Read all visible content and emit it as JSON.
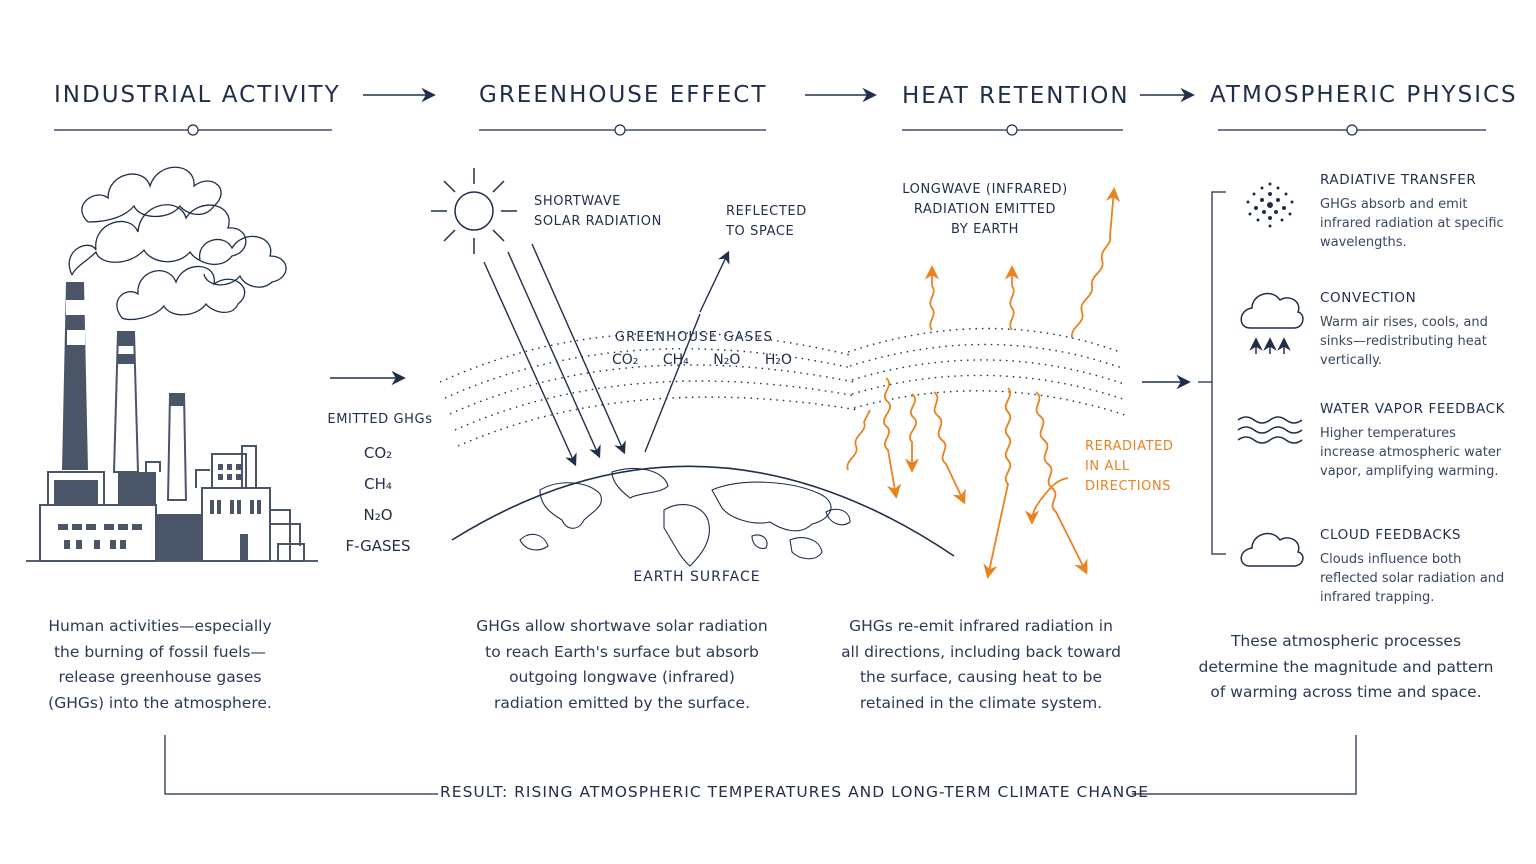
{
  "headings": {
    "industrial": "INDUSTRIAL ACTIVITY",
    "greenhouse": "GREENHOUSE EFFECT",
    "heat": "HEAT RETENTION",
    "physics": "ATMOSPHERIC PHYSICS"
  },
  "emitted": {
    "title": "EMITTED GHGs",
    "gases": [
      "CO₂",
      "CH₄",
      "N₂O",
      "F-GASES"
    ]
  },
  "greenhouse": {
    "shortwave": [
      "SHORTWAVE",
      "SOLAR RADIATION"
    ],
    "reflected": [
      "REFLECTED",
      "TO SPACE"
    ],
    "gases_label": "GREENHOUSE GASES",
    "gas_formulas": [
      "CO₂",
      "CH₄",
      "N₂O",
      "H₂O"
    ],
    "earth_surface": "EARTH SURFACE"
  },
  "heat": {
    "longwave": [
      "LONGWAVE (INFRARED)",
      "RADIATION EMITTED",
      "BY EARTH"
    ],
    "reradiated": [
      "RERADIATED",
      "IN ALL",
      "DIRECTIONS"
    ]
  },
  "physics_items": [
    {
      "title": "RADIATIVE TRANSFER",
      "desc": "GHGs absorb and emit infrared radiation at specific wavelengths.",
      "icon": "particles-icon"
    },
    {
      "title": "CONVECTION",
      "desc": "Warm air rises, cools, and sinks—redistributing heat vertically.",
      "icon": "cloud-arrows-icon"
    },
    {
      "title": "WATER VAPOR FEEDBACK",
      "desc": "Higher temperatures increase atmospheric water vapor, amplifying warming.",
      "icon": "waves-icon"
    },
    {
      "title": "CLOUD FEEDBACKS",
      "desc": "Clouds influence both reflected solar radiation and infrared trapping.",
      "icon": "cloud-icon"
    }
  ],
  "paragraphs": {
    "industrial": "Human activities—especially the burning of fossil fuels—release greenhouse gases (GHGs) into the atmosphere.",
    "greenhouse": "GHGs allow shortwave solar radiation to reach Earth's surface but absorb outgoing longwave (infrared) radiation emitted by the surface.",
    "heat": "GHGs re-emit infrared radiation in all directions, including back toward the surface, causing heat to be retained in the climate system.",
    "physics": "These atmospheric processes determine the magnitude and pattern of warming across time and space."
  },
  "result": "RESULT: RISING ATMOSPHERIC TEMPERATURES AND LONG-TERM CLIMATE CHANGE",
  "colors": {
    "navy": "#1f2f4a",
    "orange": "#e9821f",
    "factory": "#4a5568"
  }
}
